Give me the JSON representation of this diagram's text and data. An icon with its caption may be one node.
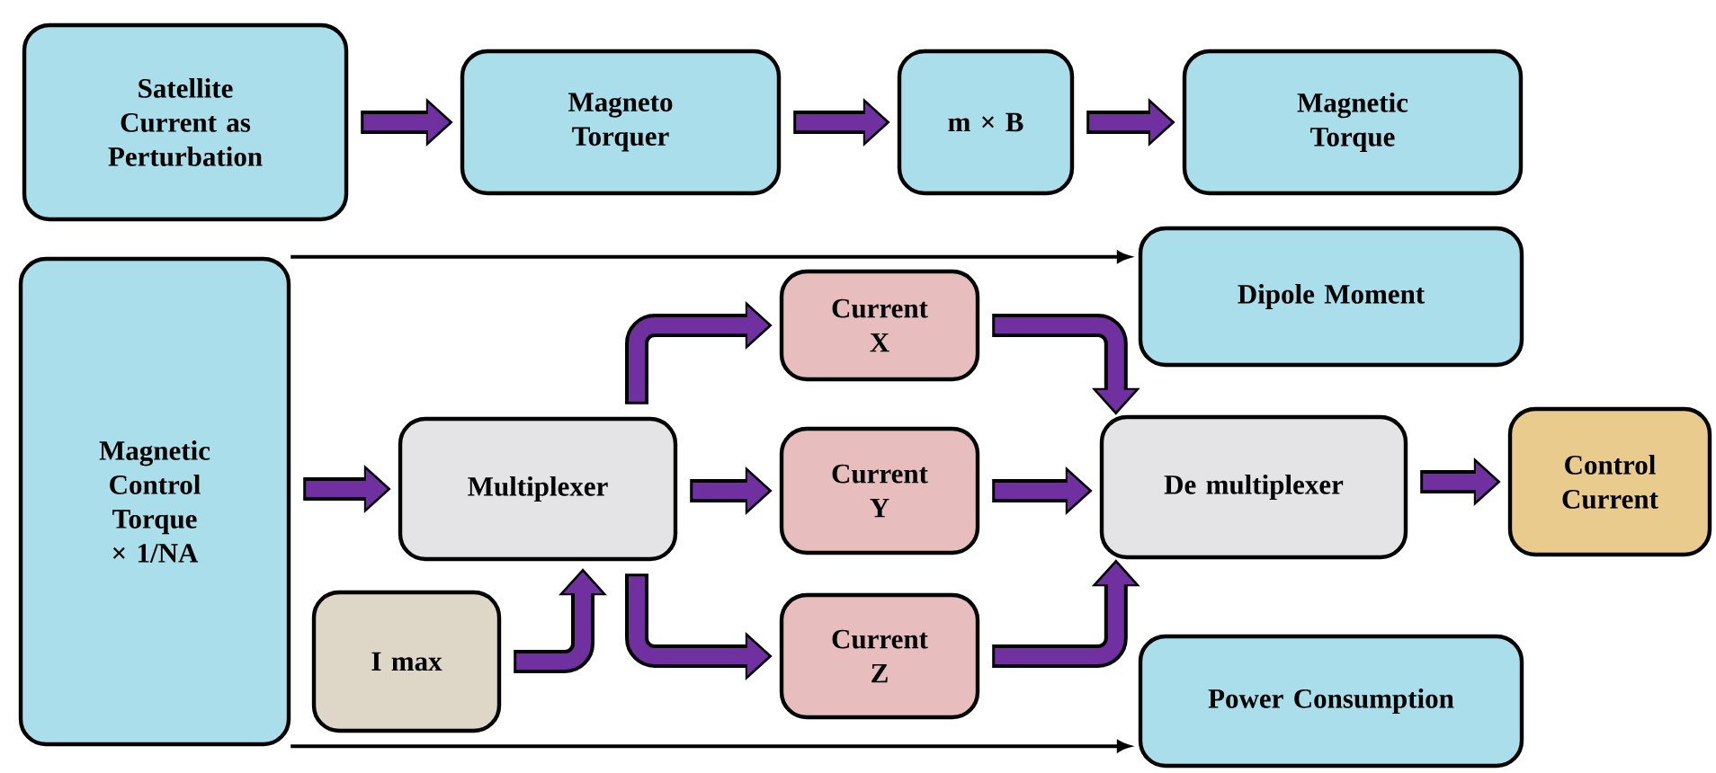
{
  "diagram": {
    "nodes": [
      {
        "text": [
          "Satellite Current as Perturbation"
        ]
      },
      {
        "text": [
          "Magneto Torquer"
        ]
      },
      {
        "text": [
          "m × B"
        ]
      },
      {
        "text": [
          "Magnetic Torque"
        ]
      },
      {
        "text": [
          "Magnetic Control Torque × 1/NA"
        ]
      },
      {
        "text": [
          "Dipole Moment"
        ]
      },
      {
        "text": [
          "Multiplexer"
        ]
      },
      {
        "text": [
          "I max"
        ]
      },
      {
        "text": [
          "Current X"
        ]
      },
      {
        "text": [
          "Current Y"
        ]
      },
      {
        "text": [
          "Current Z"
        ]
      },
      {
        "text": [
          "De multiplexer"
        ]
      },
      {
        "text": [
          "Control Current"
        ]
      },
      {
        "text": [
          "Power Consumption"
        ]
      }
    ],
    "edges": [
      {
        "from": 0,
        "to": 1,
        "arrow": "to"
      },
      {
        "from": 1,
        "to": 2,
        "arrow": "to"
      },
      {
        "from": 2,
        "to": 3,
        "arrow": "to"
      },
      {
        "from": 4,
        "to": 5,
        "arrow": "to",
        "color": "#000000"
      },
      {
        "from": 4,
        "to": 6,
        "arrow": "to"
      },
      {
        "from": 7,
        "to": 6,
        "arrow": "to"
      },
      {
        "from": 6,
        "to": 8,
        "arrow": "to"
      },
      {
        "from": 6,
        "to": 9,
        "arrow": "to"
      },
      {
        "from": 6,
        "to": 10,
        "arrow": "to"
      },
      {
        "from": 8,
        "to": 11,
        "arrow": "to"
      },
      {
        "from": 9,
        "to": 11,
        "arrow": "to"
      },
      {
        "from": 10,
        "to": 11,
        "arrow": "to"
      },
      {
        "from": 11,
        "to": 12,
        "arrow": "to"
      },
      {
        "from": 4,
        "to": 13,
        "arrow": "to",
        "color": "#000000"
      }
    ]
  }
}
